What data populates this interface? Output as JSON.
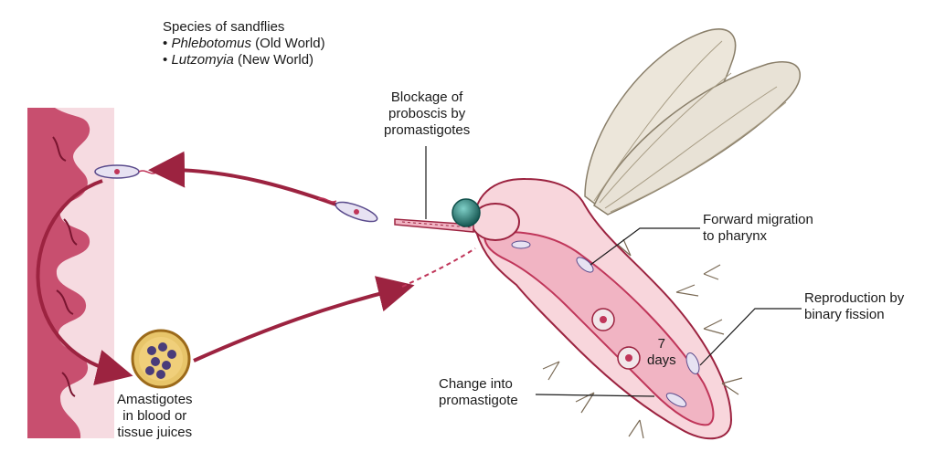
{
  "species": {
    "heading": "Species of sandflies",
    "items": [
      {
        "bullet": "•",
        "genus": "Phlebotomus",
        "region": "(Old World)"
      },
      {
        "bullet": "•",
        "genus": "Lutzomyia",
        "region": "(New World)"
      }
    ]
  },
  "labels": {
    "blockage": [
      "Blockage of",
      "proboscis by",
      "promastigotes"
    ],
    "forward_migration": [
      "Forward migration",
      "to pharynx"
    ],
    "reproduction": [
      "Reproduction by",
      "binary fission"
    ],
    "days": [
      "7",
      "days"
    ],
    "change": [
      "Change into",
      "promastigote"
    ],
    "amastigotes": [
      "Amastigotes",
      "in blood or",
      "tissue juices"
    ]
  },
  "colors": {
    "tissue": "#c0365a",
    "tissue_light": "#f3c6d0",
    "gut": "#e9a8b8",
    "body": "#f7d2d8",
    "wing": "#e8e2d6",
    "arrow": "#9c2340",
    "eye": "#1c6f6a"
  }
}
